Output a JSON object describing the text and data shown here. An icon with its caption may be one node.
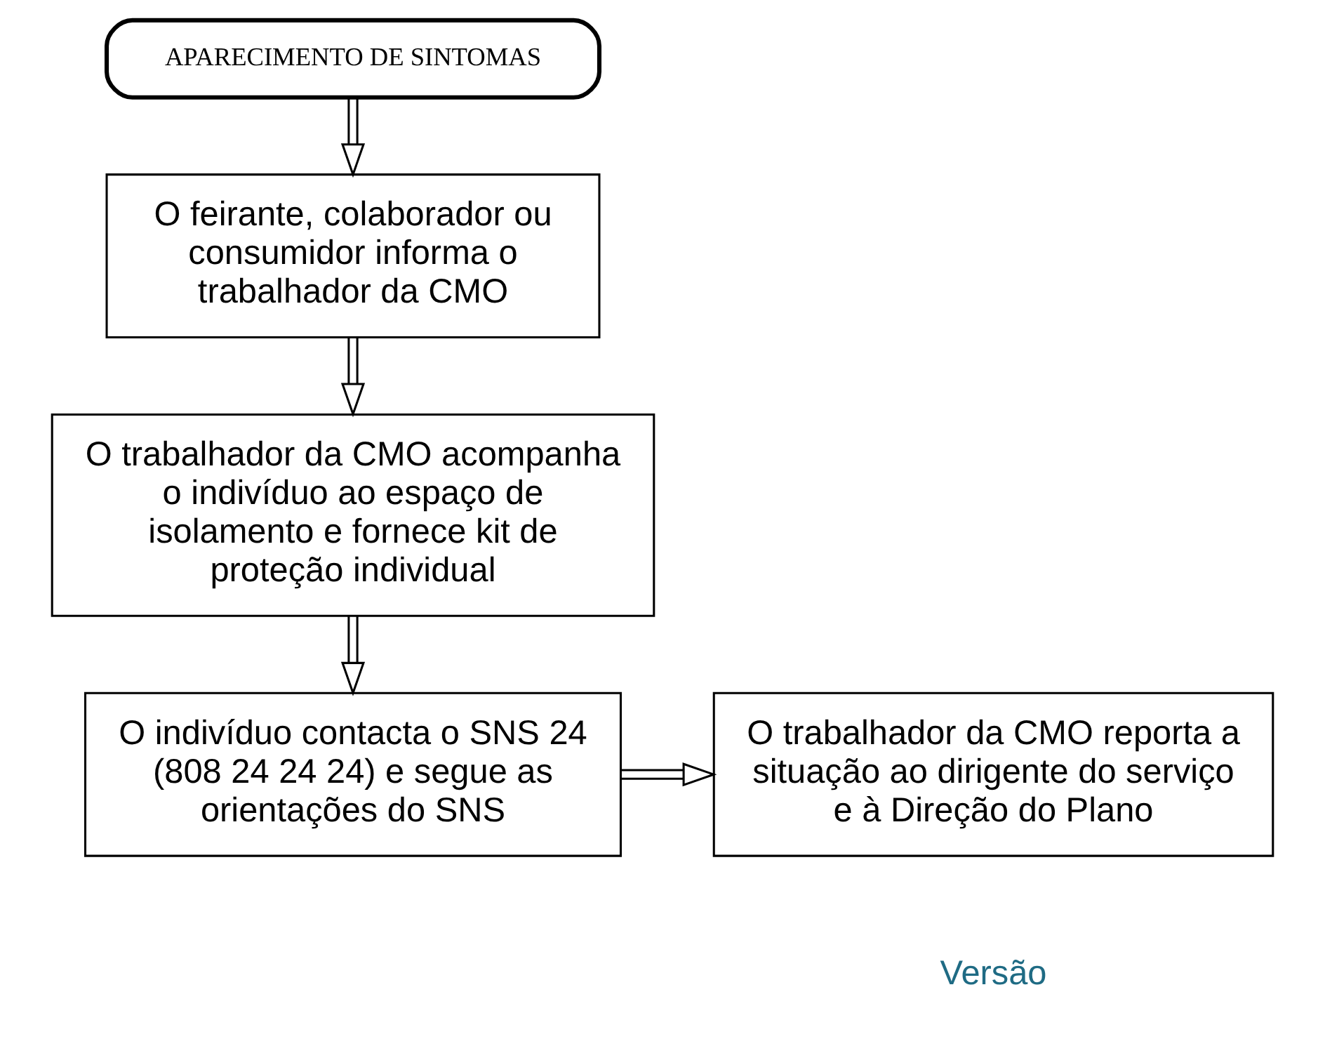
{
  "diagram": {
    "nodes": [
      {
        "text": [
          "APARECIMENTO DE SINTOMAS"
        ]
      },
      {
        "text": [
          "O feirante, colaborador ou consumidor informa o trabalhador da CMO"
        ]
      },
      {
        "text": [
          "O trabalhador da CMO acompanha o indivíduo ao espaço de isolamento e fornece kit de proteção individual"
        ]
      },
      {
        "text": [
          "O indivíduo contacta o SNS 24 (808 24 24 24) e segue as orientações do SNS"
        ]
      },
      {
        "text": [
          "O trabalhador da CMO reporta a situação ao dirigente do serviço e à Direção do Plano"
        ]
      }
    ],
    "edges": [
      {
        "from": 0,
        "to": 1,
        "arrow": "to"
      },
      {
        "from": 1,
        "to": 2,
        "arrow": "to"
      },
      {
        "from": 2,
        "to": 3,
        "arrow": "to"
      },
      {
        "from": 3,
        "to": 4,
        "arrow": "to"
      }
    ],
    "labels": [
      "Versão"
    ]
  }
}
